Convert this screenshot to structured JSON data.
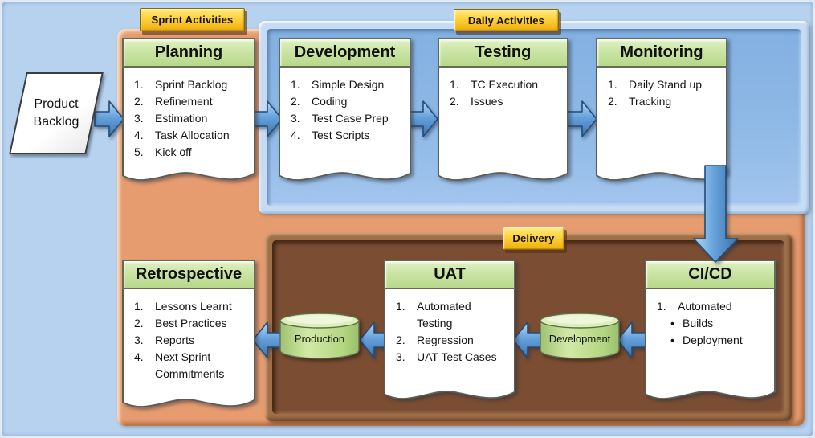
{
  "badges": {
    "sprint_activities": "Sprint Activities",
    "daily_activities": "Daily Activities",
    "delivery": "Delivery"
  },
  "product_backlog": {
    "label": "Product Backlog"
  },
  "cards": {
    "planning": {
      "title": "Planning",
      "items": [
        {
          "m": "1.",
          "t": "Sprint Backlog"
        },
        {
          "m": "2.",
          "t": "Refinement"
        },
        {
          "m": "3.",
          "t": "Estimation"
        },
        {
          "m": "4.",
          "t": "Task Allocation"
        },
        {
          "m": "5.",
          "t": "Kick off"
        }
      ]
    },
    "development": {
      "title": "Development",
      "items": [
        {
          "m": "1.",
          "t": "Simple Design"
        },
        {
          "m": "2.",
          "t": "Coding"
        },
        {
          "m": "3.",
          "t": "Test Case Prep"
        },
        {
          "m": "4.",
          "t": "Test Scripts"
        }
      ]
    },
    "testing": {
      "title": "Testing",
      "items": [
        {
          "m": "1.",
          "t": "TC Execution"
        },
        {
          "m": "2.",
          "t": "Issues"
        }
      ]
    },
    "monitoring": {
      "title": "Monitoring",
      "items": [
        {
          "m": "1.",
          "t": "Daily Stand up"
        },
        {
          "m": "2.",
          "t": "Tracking"
        }
      ]
    },
    "retrospective": {
      "title": "Retrospective",
      "items": [
        {
          "m": "1.",
          "t": "Lessons Learnt"
        },
        {
          "m": "2.",
          "t": "Best Practices"
        },
        {
          "m": "3.",
          "t": "Reports"
        },
        {
          "m": "4.",
          "t": "Next Sprint"
        },
        {
          "m": "",
          "t": "Commitments"
        }
      ]
    },
    "uat": {
      "title": "UAT",
      "items": [
        {
          "m": "1.",
          "t": "Automated"
        },
        {
          "m": "",
          "t": "Testing"
        },
        {
          "m": "2.",
          "t": "Regression"
        },
        {
          "m": "3.",
          "t": "UAT Test Cases"
        }
      ]
    },
    "cicd": {
      "title": "CI/CD",
      "items": [
        {
          "m": "1.",
          "t": "Automated"
        },
        {
          "m": "•",
          "t": "Builds",
          "indent": true
        },
        {
          "m": "•",
          "t": "Deployment",
          "indent": true
        }
      ]
    }
  },
  "cylinders": {
    "production": "Production",
    "development": "Development"
  },
  "colors": {
    "canvas_bg": "#b6d2ef",
    "sprint_panel_orange": "#e69c6f",
    "daily_panel_blue": "#8fb9e6",
    "delivery_panel_brown": "#7b4e33",
    "card_header_green": "#c6e2a0",
    "badge_gold": "#fdd23c",
    "arrow_blue": "#5b9bd5",
    "cylinder_green": "#bfdf90"
  }
}
